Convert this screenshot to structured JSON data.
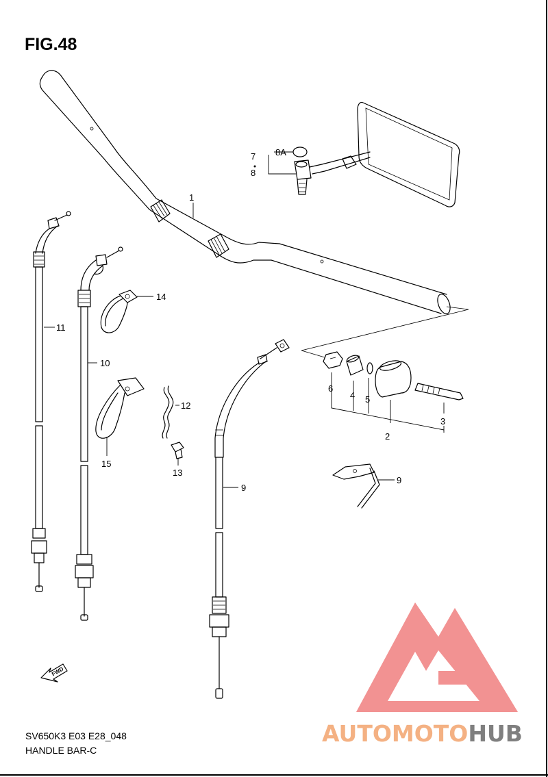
{
  "figure": {
    "title": "FIG.48",
    "model_code": "SV650K3 E03 E28_048",
    "section_name": "HANDLE BAR-C"
  },
  "callouts": [
    {
      "id": "1",
      "label": "1"
    },
    {
      "id": "2",
      "label": "2"
    },
    {
      "id": "3",
      "label": "3"
    },
    {
      "id": "4",
      "label": "4"
    },
    {
      "id": "5",
      "label": "5"
    },
    {
      "id": "6",
      "label": "6"
    },
    {
      "id": "7",
      "label": "7"
    },
    {
      "id": "8",
      "label": "8"
    },
    {
      "id": "8A",
      "label": "8A"
    },
    {
      "id": "9",
      "label": "9"
    },
    {
      "id": "10",
      "label": "10"
    },
    {
      "id": "11",
      "label": "11"
    },
    {
      "id": "12",
      "label": "12"
    },
    {
      "id": "13",
      "label": "13"
    },
    {
      "id": "14",
      "label": "14"
    },
    {
      "id": "15",
      "label": "15"
    },
    {
      "id": "16",
      "label": "16"
    }
  ],
  "fwd_label": "FWD",
  "watermark": {
    "text_part1": "AUTOMOTO",
    "text_part2": "HUB",
    "color_part1": "#f4b183",
    "color_part2": "#7f7f7f",
    "logo_color": "#f08080"
  }
}
